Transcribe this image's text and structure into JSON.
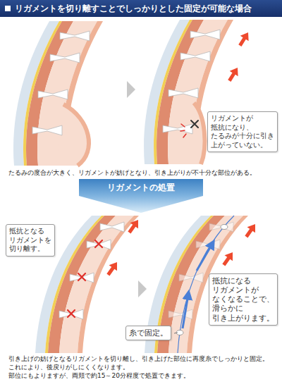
{
  "diagram": {
    "title": "リガメントを切り離すことでしっかりとした固定が可能な場合",
    "nodes": [
      {
        "text": [
          "リガメントが 抵抗になり、 たるみが十分に引き 上がっていない。"
        ]
      },
      {
        "text": [
          "リガメントの処置"
        ]
      },
      {
        "text": [
          "抵抗となる リガメントを 切り離す。"
        ]
      },
      {
        "text": [
          "抵抗になる リガメントが なくなることで、 滑らかに 引き上がります。"
        ]
      },
      {
        "text": [
          "糸で固定。"
        ]
      }
    ],
    "labels": [
      "たるみの度合が大きく、リガメントが妨げとなり、引き上がりが不十分な部位がある。",
      "引き上げの妨げとなるリガメントを切り離し、引き上げた部位に再度糸でしっかりと固定。",
      "これにより、後戻りがしにくくなります。",
      "部位にもよりますが、両頬で約15～20分程度で処置できます。"
    ]
  }
}
